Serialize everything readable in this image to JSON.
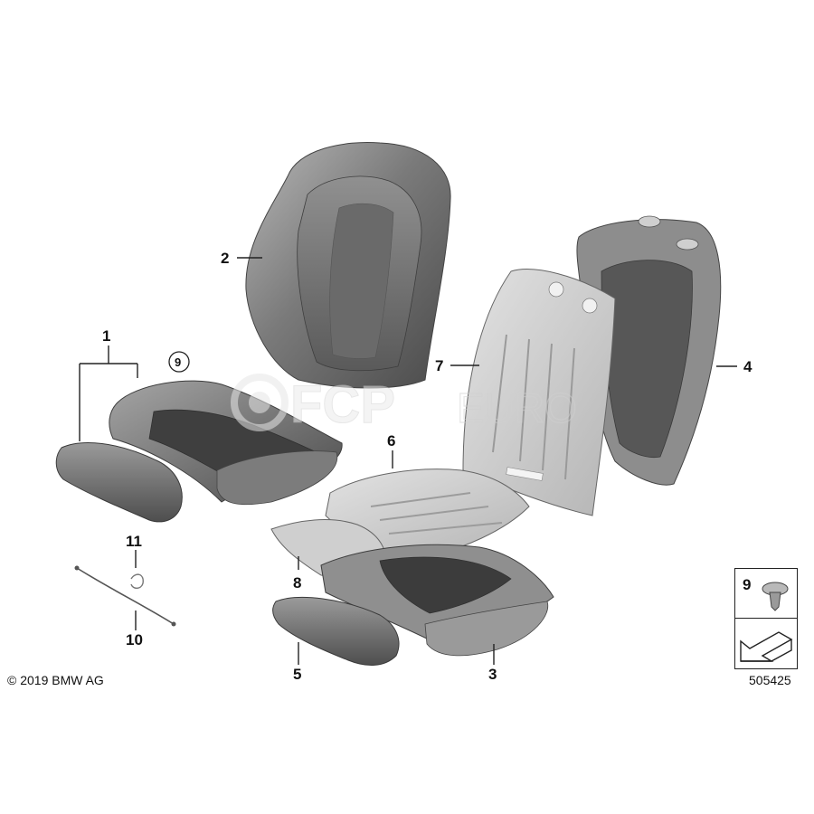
{
  "diagram": {
    "callouts": {
      "c1": "1",
      "c2": "2",
      "c3": "3",
      "c4": "4",
      "c5": "5",
      "c6": "6",
      "c7": "7",
      "c8": "8",
      "c9_circled": "9",
      "c10": "10",
      "c11": "11"
    },
    "legend": {
      "number": "9",
      "icons": [
        "clip-icon",
        "arrow-icon"
      ]
    },
    "copyright": "© 2019 BMW AG",
    "reference_number": "505425",
    "watermark": {
      "text_bold": "FCP",
      "text_light": "EURO",
      "logo_icon": "fcp-logo-icon"
    }
  },
  "colors": {
    "leather_dark": "#4a4a4a",
    "leather_mid": "#8a8a8a",
    "leather_light": "#c9c9c9",
    "foam": "#d4d4d4",
    "background": "#ffffff"
  }
}
